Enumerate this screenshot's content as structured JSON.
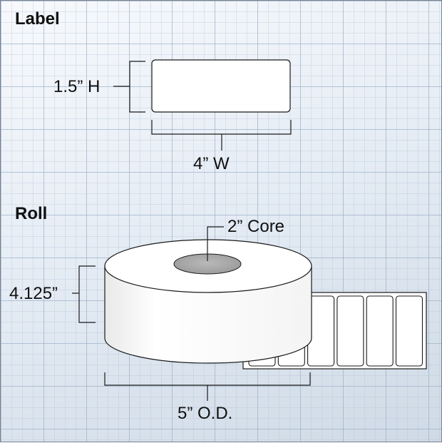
{
  "label_section": {
    "heading": "Label",
    "height_label": "1.5” H",
    "width_label": "4” W"
  },
  "roll_section": {
    "heading": "Roll",
    "core_label": "2” Core",
    "roll_width_label": "4.125”",
    "outer_diameter_label": "5” O.D.",
    "visible_label_count": 6
  },
  "colors": {
    "outline": "#1a1a1a",
    "label_fill": "#ffffff",
    "core_fill": "#a8a8a8"
  }
}
